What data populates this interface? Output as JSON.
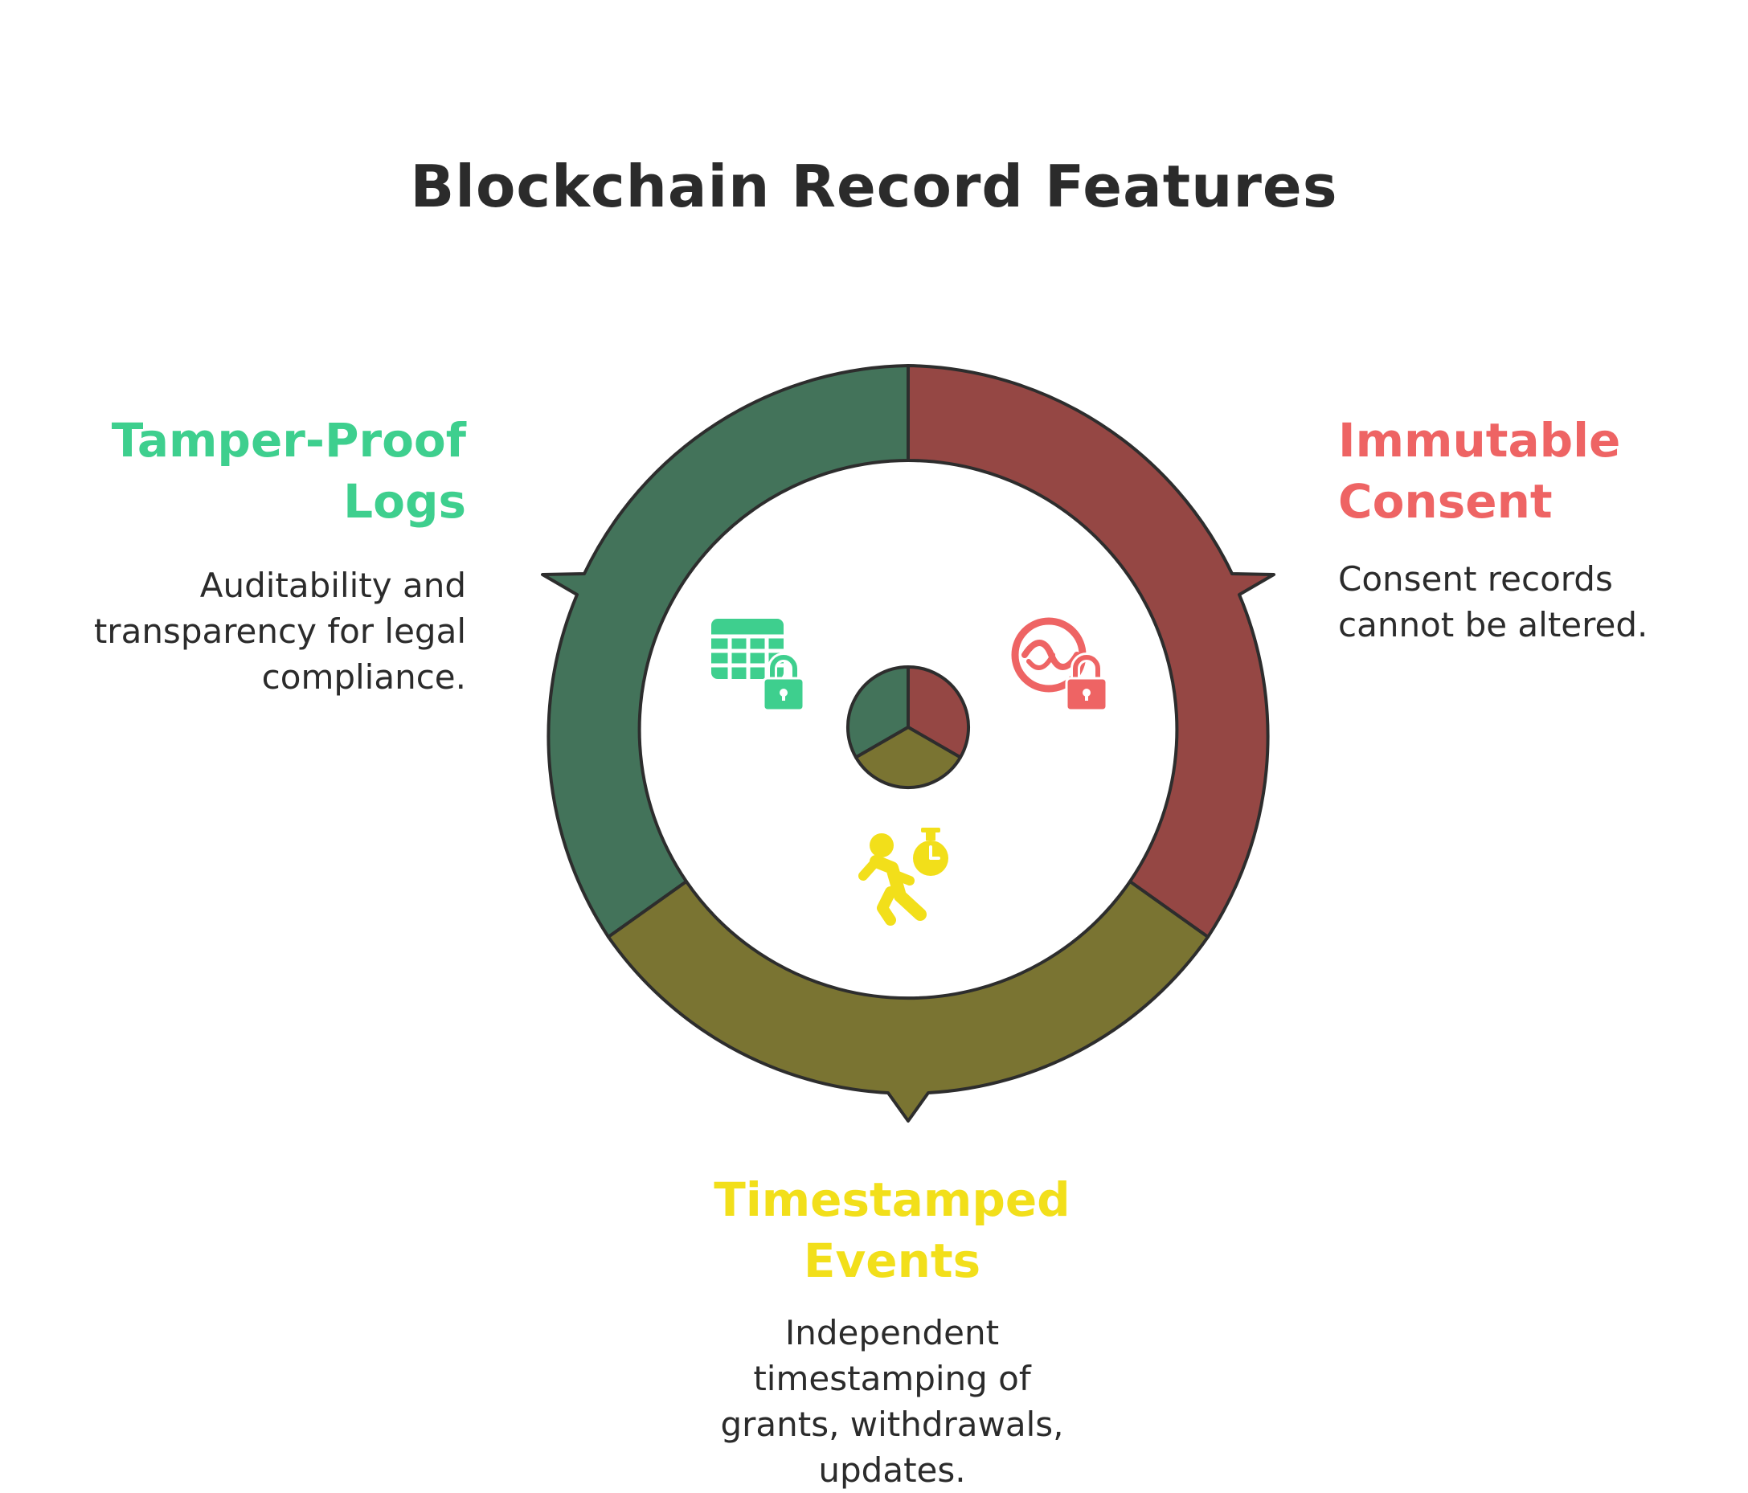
{
  "title": "Blockchain Record Features",
  "colors": {
    "segment_green": "#43735a",
    "segment_red": "#954744",
    "segment_olive": "#7a7432",
    "outline": "#2d2d2d",
    "label_green": "#3ecf8e",
    "label_red": "#ee6464",
    "label_yellow": "#f2df1a"
  },
  "features": [
    {
      "title": "Tamper-Proof\nLogs",
      "description": "Auditability and\ntransparency for legal\ncompliance.",
      "icon": "locked-spreadsheet-icon"
    },
    {
      "title": "Immutable\nConsent",
      "description": "Consent records\ncannot be altered.",
      "icon": "locked-handshake-icon"
    },
    {
      "title": "Timestamped\nEvents",
      "description": "Independent\ntimestamping of\ngrants, withdrawals,\nupdates.",
      "icon": "runner-stopwatch-icon"
    }
  ]
}
